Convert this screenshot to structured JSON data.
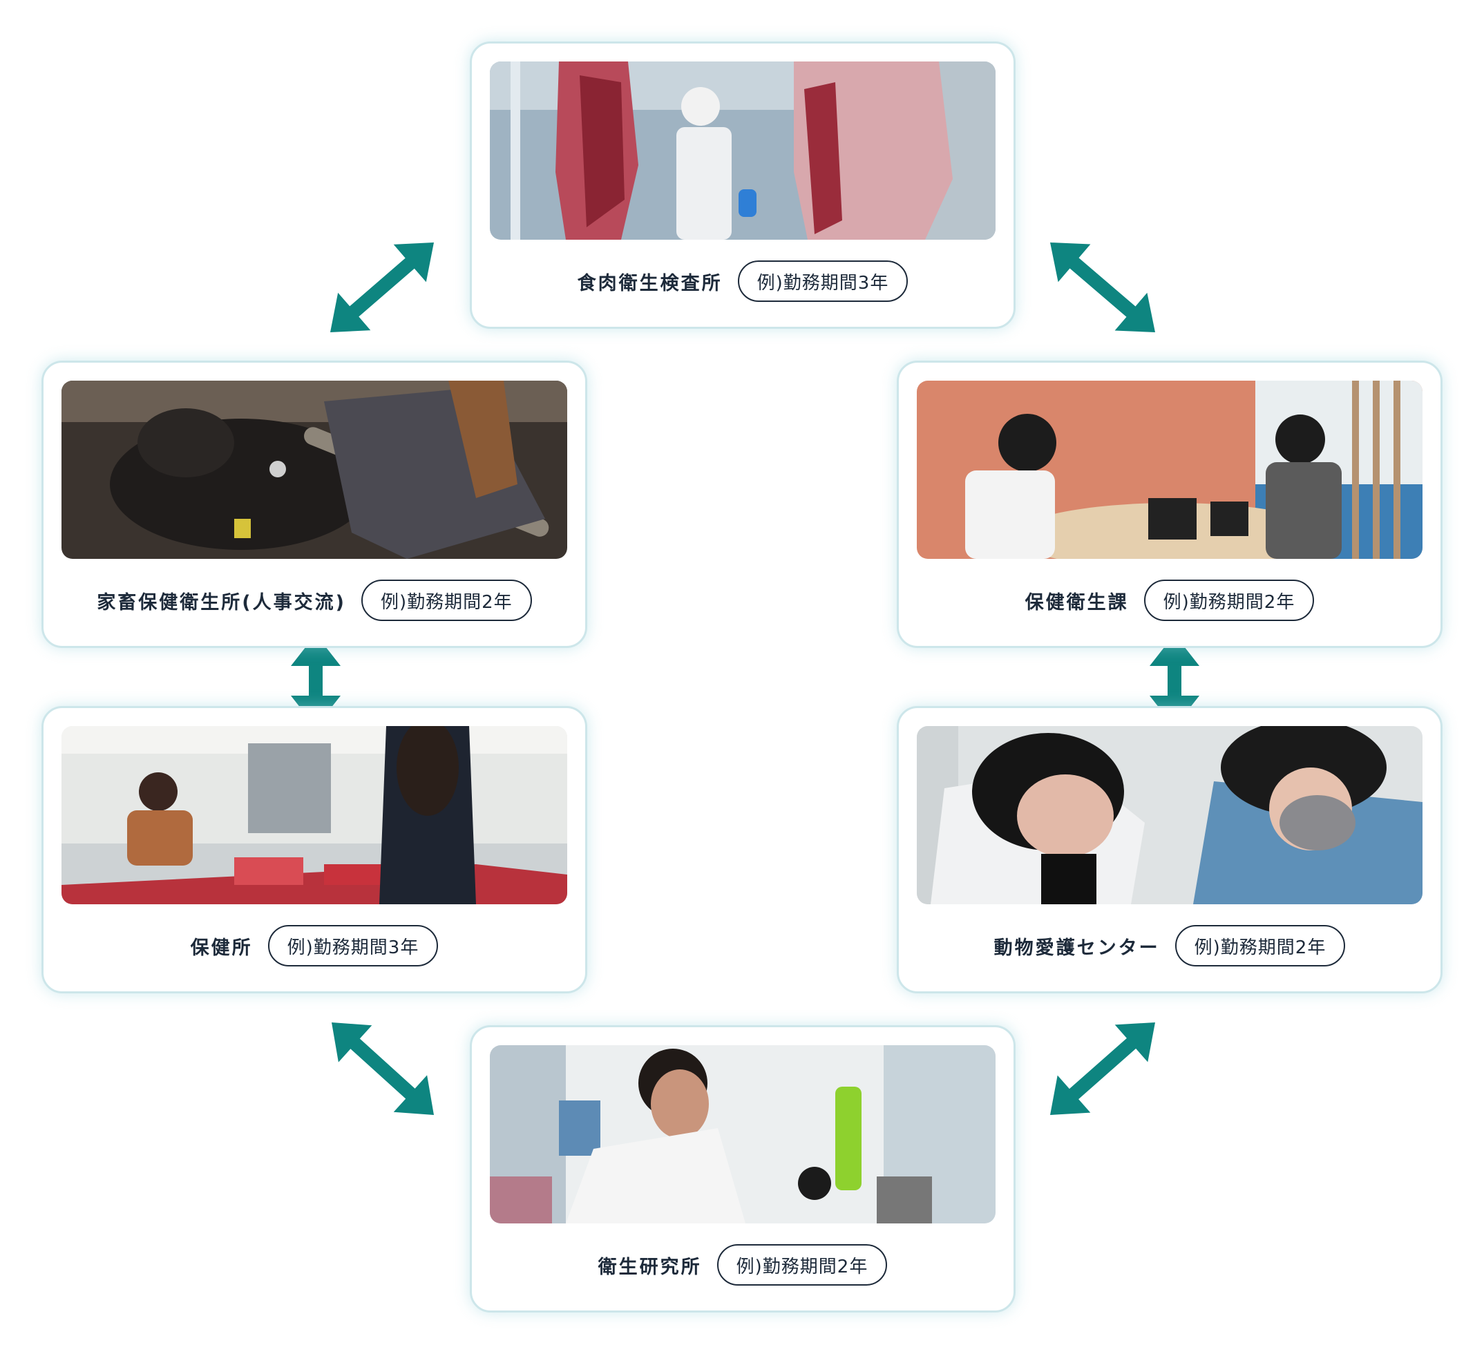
{
  "colors": {
    "arrow": "#0e8580",
    "card_border": "#cde6ea",
    "text": "#1d2a3a"
  },
  "nodes": {
    "meat_inspection": {
      "label": "食肉衛生検査所",
      "badge": "例)勤務期間3年"
    },
    "livestock_hygiene": {
      "label": "家畜保健衛生所(人事交流)",
      "badge": "例)勤務期間2年"
    },
    "health_hygiene_division": {
      "label": "保健衛生課",
      "badge": "例)勤務期間2年"
    },
    "health_center": {
      "label": "保健所",
      "badge": "例)勤務期間3年"
    },
    "animal_protection": {
      "label": "動物愛護センター",
      "badge": "例)勤務期間2年"
    },
    "hygiene_institute": {
      "label": "衛生研究所",
      "badge": "例)勤務期間2年"
    }
  },
  "arrows": [
    {
      "from": "meat_inspection",
      "to": "livestock_hygiene",
      "direction": "both"
    },
    {
      "from": "meat_inspection",
      "to": "health_hygiene_division",
      "direction": "both"
    },
    {
      "from": "livestock_hygiene",
      "to": "health_center",
      "direction": "both"
    },
    {
      "from": "health_hygiene_division",
      "to": "animal_protection",
      "direction": "both"
    },
    {
      "from": "health_center",
      "to": "hygiene_institute",
      "direction": "both"
    },
    {
      "from": "animal_protection",
      "to": "hygiene_institute",
      "direction": "both"
    }
  ]
}
